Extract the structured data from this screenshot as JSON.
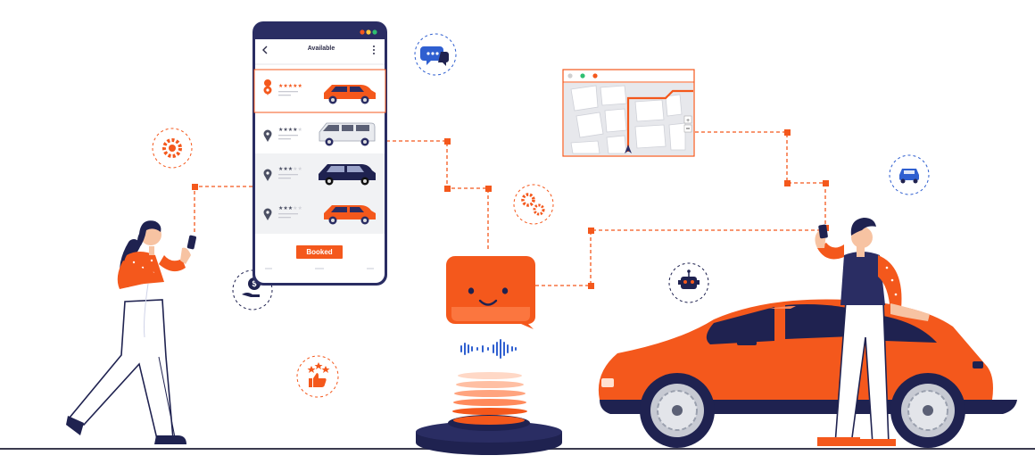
{
  "phone": {
    "title": "Available",
    "booked_label": "Booked",
    "back_icon": "chevron-left-icon",
    "menu_icon": "kebab-menu-icon",
    "window_dots": [
      "#f4581c",
      "#ffc93c",
      "#2fbf71"
    ],
    "listings": [
      {
        "rating": 5,
        "car": "hatchback",
        "car_color": "#f4581c",
        "pin_color": "#f4581c",
        "selected": true
      },
      {
        "rating": 4,
        "car": "van",
        "car_color": "#e9ebef",
        "pin_color": "#4b4f63",
        "selected": false
      },
      {
        "rating": 3,
        "car": "suv",
        "car_color": "#1f2250",
        "pin_color": "#4b4f63",
        "selected": false
      },
      {
        "rating": 3,
        "car": "hatchback",
        "car_color": "#f4581c",
        "pin_color": "#4b4f63",
        "selected": false
      }
    ]
  },
  "map_window": {
    "dots": [
      "#d0d0d0",
      "#2fbf71",
      "#f4581c"
    ],
    "zoom_icons": [
      "plus-icon",
      "minus-icon"
    ]
  },
  "icons": [
    "chat-bubbles-icon",
    "settings-gear-icon",
    "gears-icon",
    "car-icon",
    "payment-icon",
    "robot-icon",
    "rating-thumbs-up-icon"
  ],
  "colors": {
    "accent": "#f4581c",
    "navy": "#1f2250",
    "blue": "#2f5fd0",
    "connector": "#f4581c"
  }
}
